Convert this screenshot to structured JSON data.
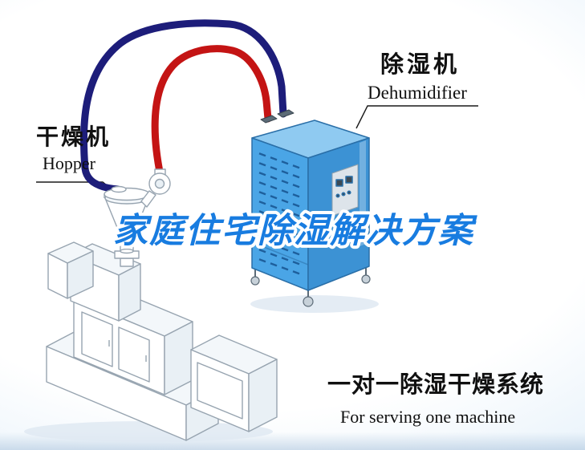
{
  "callouts": {
    "dryer": {
      "title": "干燥机",
      "subtitle": "Hopper"
    },
    "dehumidifier": {
      "title": "除湿机",
      "subtitle": "Dehumidifier"
    }
  },
  "watermark": {
    "text": "家庭住宅除湿解决方案"
  },
  "caption": {
    "title": "一对一除湿干燥系统",
    "subtitle": "For serving one machine"
  },
  "colors": {
    "bg-center": "#ffffff",
    "bg-edge": "#d7e9f7",
    "pipe-red": "#c41414",
    "pipe-navy": "#1d1d7a",
    "dh-front": "#4aa5e6",
    "dh-side": "#3c92d4",
    "dh-top": "#8fcaf1",
    "dh-outline": "#2a6fa8",
    "dh-vent": "#1e5f9c",
    "dh-panel": "#dde4ea",
    "machine-line": "#97a4b0",
    "machine-face": "#ffffff",
    "machine-shade": "#e9f0f5",
    "machine-top": "#f3f7fa",
    "watermark-fill": "#187ce0",
    "watermark-outline": "#ffffff",
    "label-ink": "#101010",
    "shadow": "#dfe9f2"
  }
}
